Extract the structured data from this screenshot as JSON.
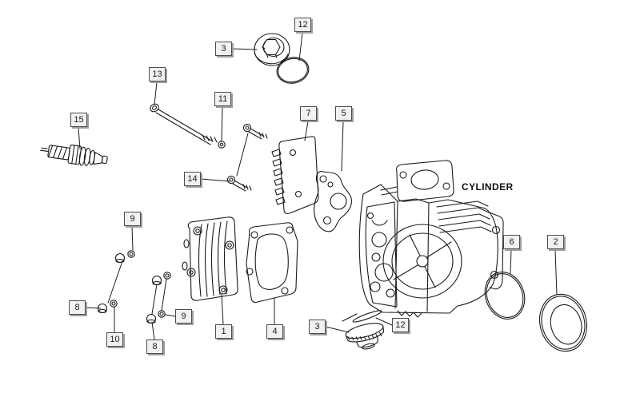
{
  "diagram": {
    "label": "CYLINDER",
    "background": "#ffffff",
    "line_color": "#1b1b1b",
    "callout_fill": "#f1f1f1",
    "callout_border": "#4d4d4d",
    "callout_shadow": "#9e9e9e"
  },
  "callouts": [
    {
      "label": "3"
    },
    {
      "label": "12"
    },
    {
      "label": "13"
    },
    {
      "label": "11"
    },
    {
      "label": "15"
    },
    {
      "label": "7"
    },
    {
      "label": "5"
    },
    {
      "label": "14"
    },
    {
      "label": "9"
    },
    {
      "label": "8"
    },
    {
      "label": "10"
    },
    {
      "label": "9"
    },
    {
      "label": "8"
    },
    {
      "label": "1"
    },
    {
      "label": "4"
    },
    {
      "label": "3"
    },
    {
      "label": "12"
    },
    {
      "label": "6"
    },
    {
      "label": "2"
    }
  ]
}
